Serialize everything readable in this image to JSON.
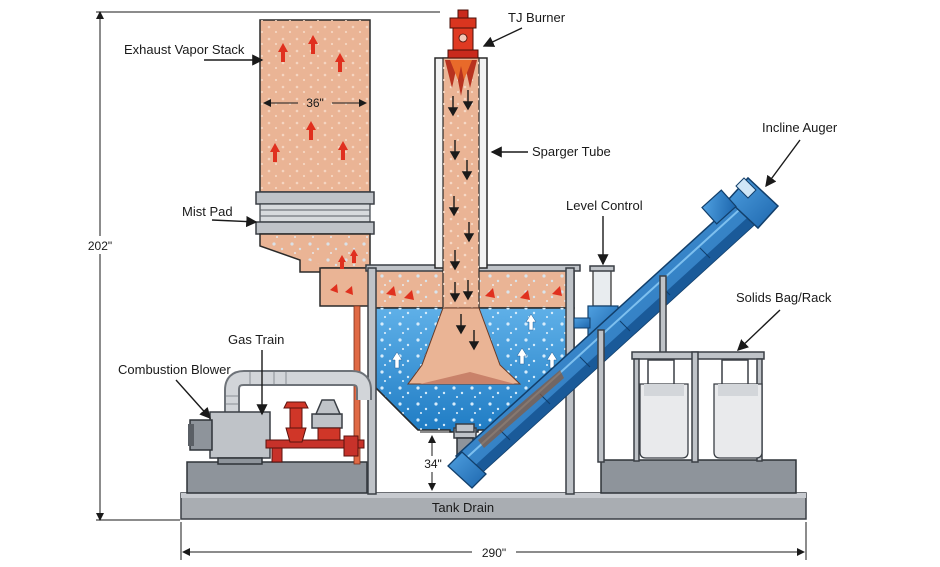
{
  "labels": {
    "tj_burner": "TJ Burner",
    "exhaust_vapor_stack": "Exhaust Vapor Stack",
    "sparger_tube": "Sparger Tube",
    "incline_auger": "Incline Auger",
    "mist_pad": "Mist Pad",
    "level_control": "Level Control",
    "solids_bag_rack": "Solids Bag/Rack",
    "gas_train": "Gas Train",
    "combustion_blower": "Combustion Blower",
    "tank_drain": "Tank Drain"
  },
  "dimensions": {
    "stack_width": "36\"",
    "overall_height": "202\"",
    "overall_length": "290\"",
    "cone_clearance": "34\""
  },
  "colors": {
    "salmon": "#eab495",
    "salmon_dark": "#d98f6c",
    "water": "#2f8fd6",
    "water_light": "#7fc3ee",
    "blue_equipment": "#2f7fc8",
    "red_arrow": "#e0301e",
    "steel": "#bfc3c8",
    "base": "#a9adb2"
  }
}
